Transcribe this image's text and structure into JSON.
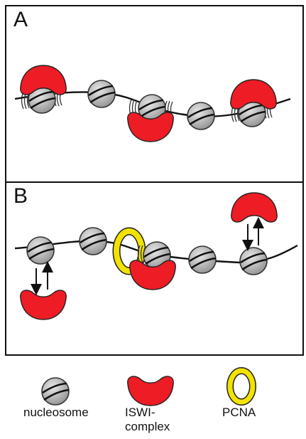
{
  "panels": {
    "a_label": "A",
    "b_label": "B"
  },
  "legend": {
    "nucleosome": "nucleosome",
    "iswi": "ISWI-\ncomplex",
    "pcna": "PCNA"
  },
  "colors": {
    "nucleosome_fill": "#b8b8b8",
    "iswi_fill": "#ee1c25",
    "pcna_ring": "#f2e200",
    "dna": "#111111"
  }
}
